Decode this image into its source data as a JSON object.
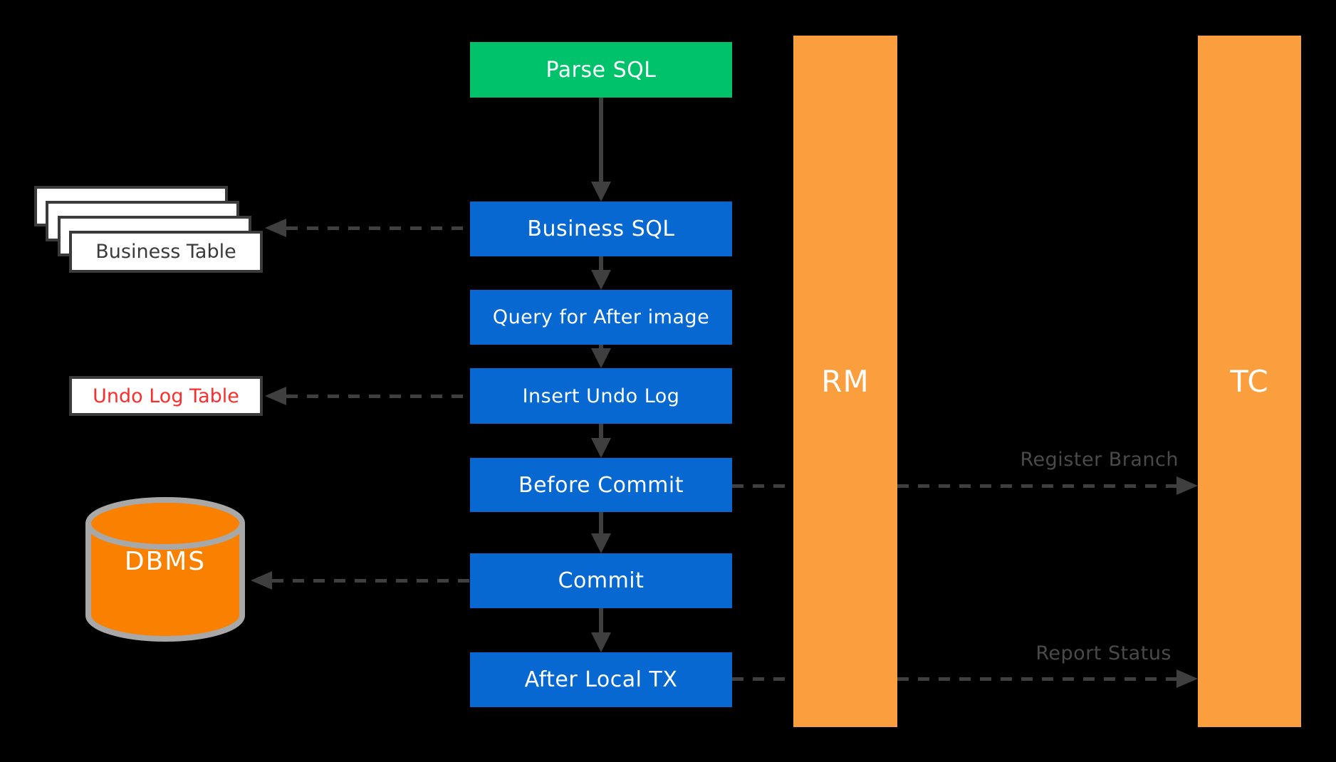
{
  "colors": {
    "background": "#000000",
    "node_green": "#00c26a",
    "node_blue": "#0768d2",
    "lane_orange": "#fb9e3e",
    "dbms_orange": "#f98001",
    "dbms_border": "#a8a8a8",
    "arrow_gray": "#3f3f3f",
    "edge_label_gray": "#4a4a4a",
    "table_border": "#3b3b3b",
    "undo_table_text_red": "#fb2e2e",
    "node_text": "#ffffff"
  },
  "flow_nodes": {
    "parse_sql": "Parse SQL",
    "business_sql": "Business SQL",
    "query_after_image": "Query for After image",
    "insert_undo_log": "Insert Undo Log",
    "before_commit": "Before Commit",
    "commit": "Commit",
    "after_local_tx": "After Local TX"
  },
  "data_stores": {
    "business_table": "Business Table",
    "undo_log_table": "Undo Log Table",
    "dbms": "DBMS"
  },
  "lanes": {
    "rm": "RM",
    "tc": "TC"
  },
  "edge_labels": {
    "register_branch": "Register Branch",
    "report_status": "Report Status"
  }
}
